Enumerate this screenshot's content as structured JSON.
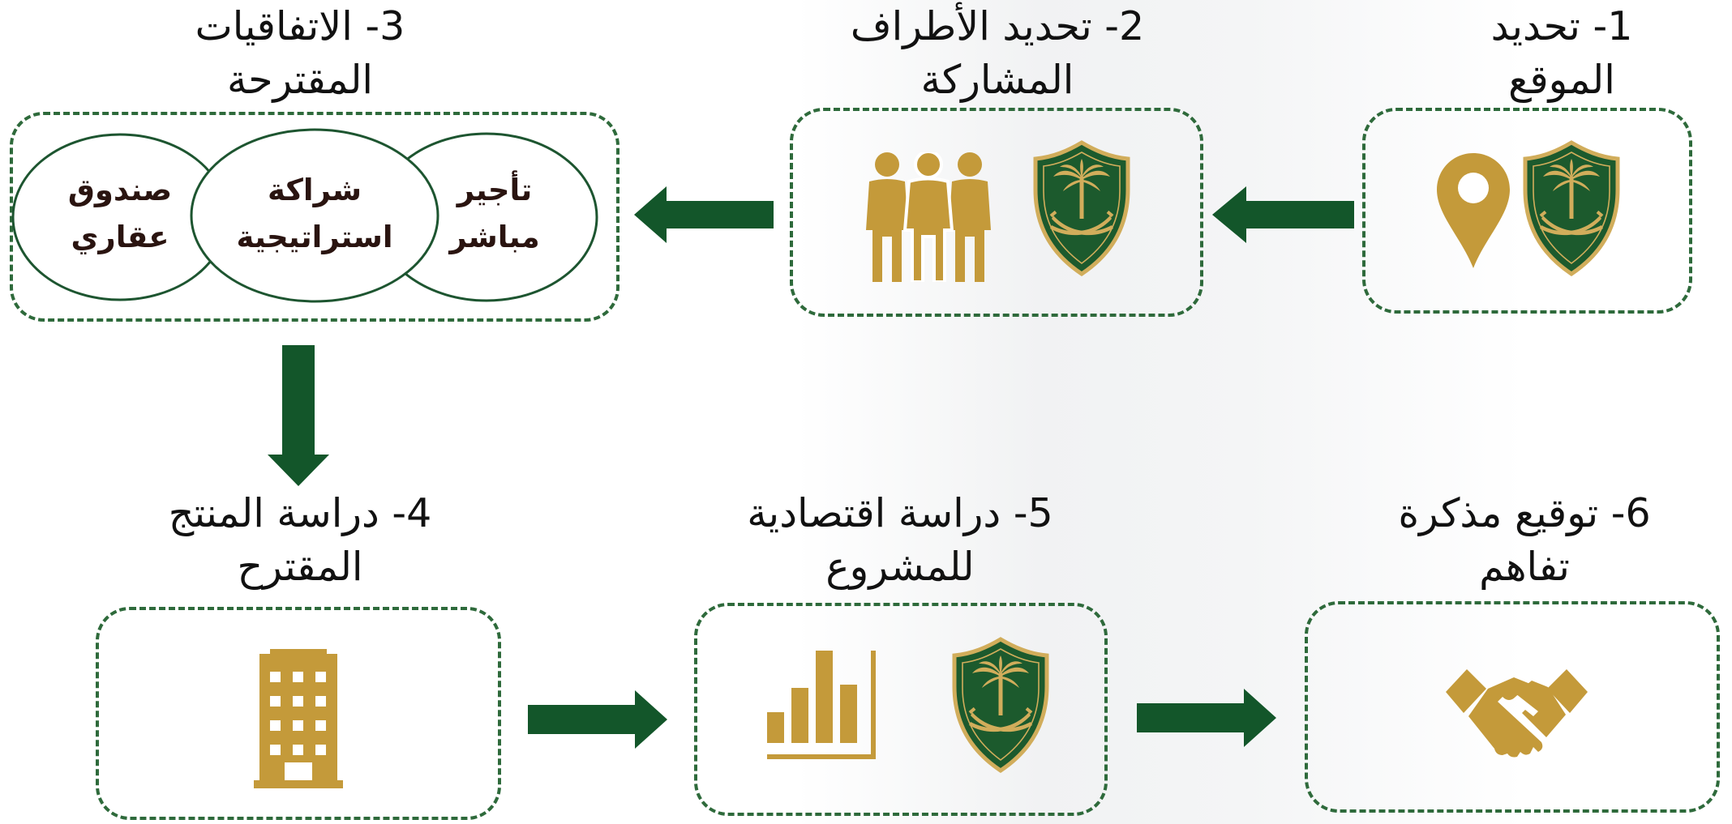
{
  "steps": [
    {
      "line1": "1- تحديد",
      "line2": "الموقع"
    },
    {
      "line1": "2- تحديد الأطراف",
      "line2": "المشاركة"
    },
    {
      "line1": "3- الاتفاقيات",
      "line2": "المقترحة"
    },
    {
      "line1": "4- دراسة المنتج",
      "line2": "المقترح"
    },
    {
      "line1": "5- دراسة اقتصادية",
      "line2": "للمشروع"
    },
    {
      "line1": "6- توقيع مذكرة",
      "line2": "تفاهم"
    }
  ],
  "agreements": [
    {
      "line1": "تأجير",
      "line2": "مباشر"
    },
    {
      "line1": "شراكة",
      "line2": "استراتيجية"
    },
    {
      "line1": "صندوق",
      "line2": "عقاري"
    }
  ],
  "colors": {
    "dark_green": "#13562a",
    "gold": "#c49a3a",
    "emblem_green": "#1c5a2d",
    "dash_green": "#2e6a3b"
  },
  "icons": [
    "saudi-emblem-icon",
    "location-pin-icon",
    "people-icon",
    "building-icon",
    "bar-chart-icon",
    "handshake-icon"
  ]
}
